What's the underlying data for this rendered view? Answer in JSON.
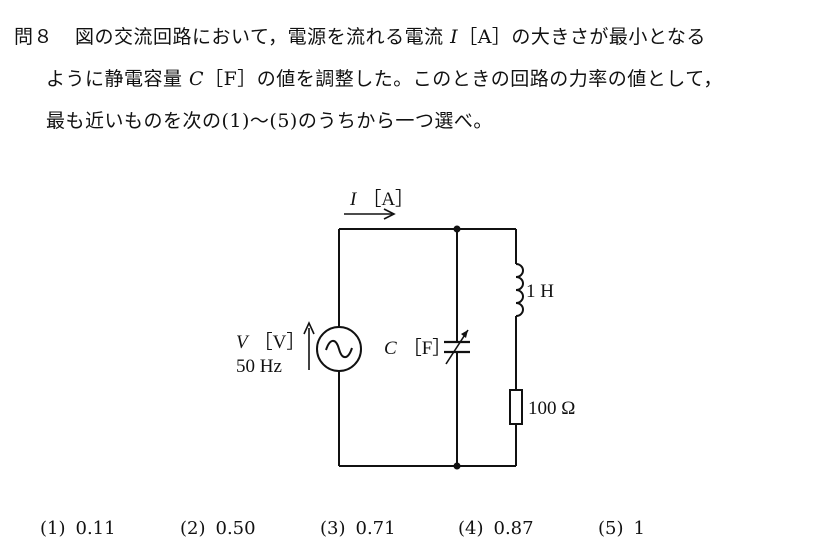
{
  "question": {
    "number": "問８",
    "line1_a": "図の交流回路において，電源を流れる電流 ",
    "current_symbol": "I",
    "line1_b": "［A］の大きさが最小となる",
    "line2_a": "ように静電容量 ",
    "capacitance_symbol": "C",
    "line2_b": "［F］の値を調整した。このときの回路の力率の値として，",
    "line3": "最も近いものを次の(1)～(5)のうちから一つ選べ。"
  },
  "circuit": {
    "current_symbol": "I",
    "current_unit": "［A］",
    "voltage_symbol": "V",
    "voltage_unit": "［V］",
    "frequency": "50 Hz",
    "capacitor_symbol": "C",
    "capacitor_unit": "［F］",
    "inductor": "1 H",
    "resistor": "100 Ω",
    "source_glyph": "~"
  },
  "choices": [
    {
      "num": "(1)",
      "value": "0.11"
    },
    {
      "num": "(2)",
      "value": "0.50"
    },
    {
      "num": "(3)",
      "value": "0.71"
    },
    {
      "num": "(4)",
      "value": "0.87"
    },
    {
      "num": "(5)",
      "value": "1"
    }
  ]
}
